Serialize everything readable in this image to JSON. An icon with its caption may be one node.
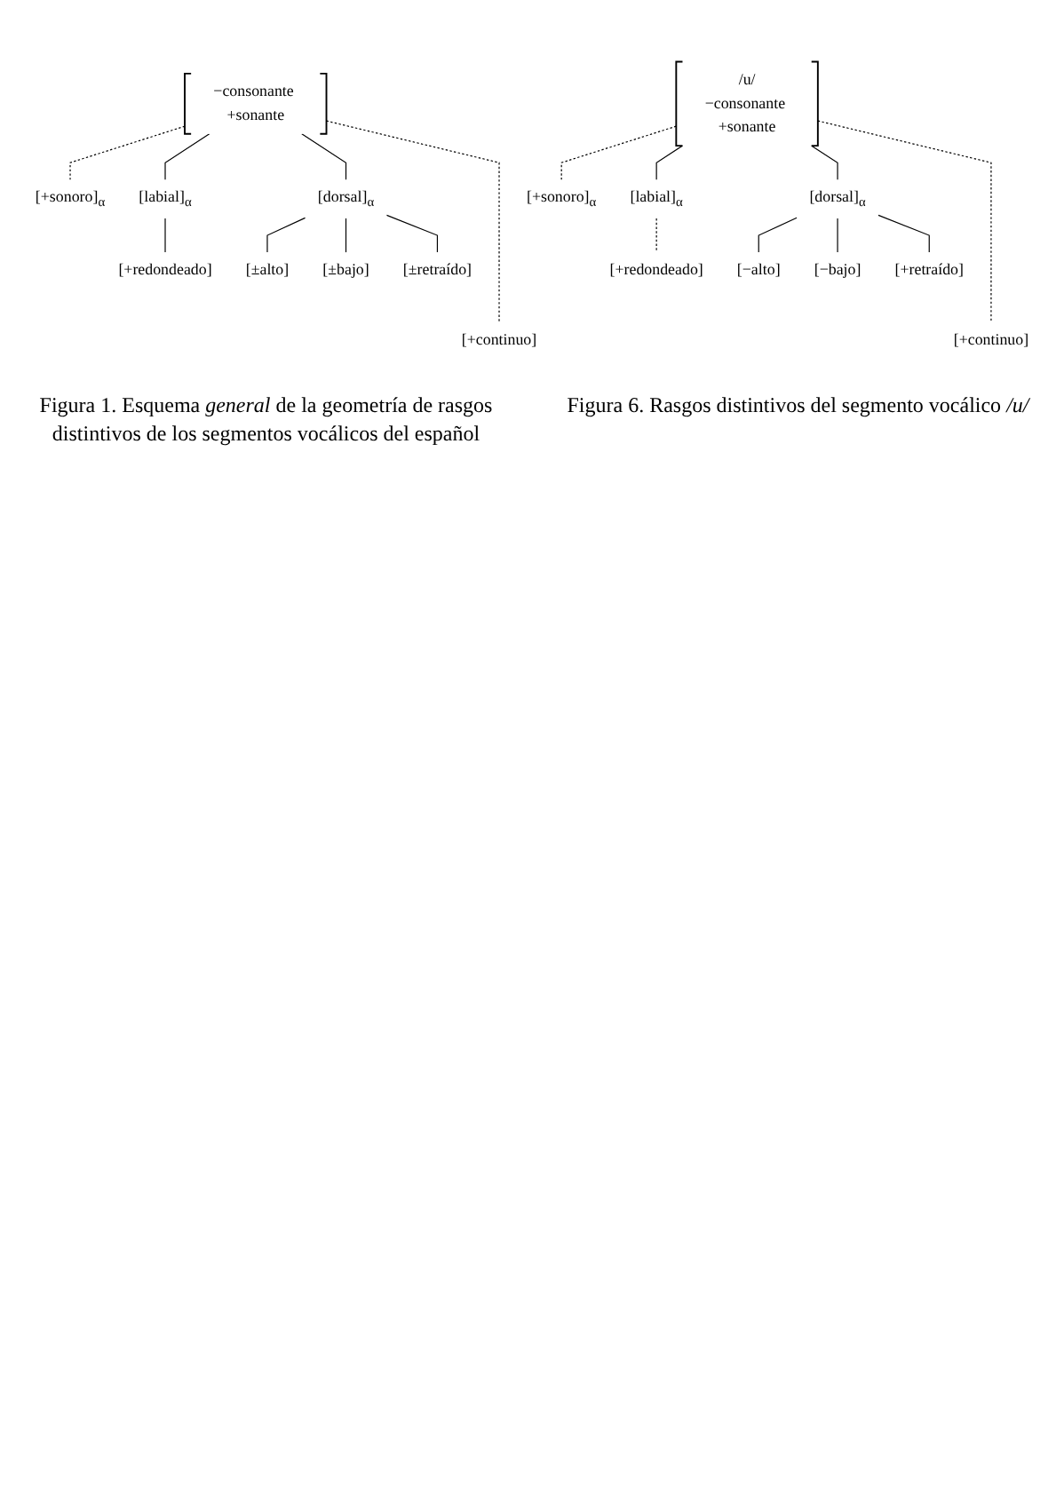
{
  "diagram": {
    "nodes": [
      {
        "text": [
          "−consonante +sonante"
        ]
      },
      {
        "text": [
          "[+sonoro]$_{α}$"
        ]
      },
      {
        "text": [
          "[labial]$_{α}$"
        ]
      },
      {
        "text": [
          "[dorsal]$_{α}$"
        ]
      },
      {
        "text": [
          "[+redondeado]"
        ]
      },
      {
        "text": [
          "[±alto]"
        ]
      },
      {
        "text": [
          "[±bajo]"
        ]
      },
      {
        "text": [
          "[±retraído]"
        ]
      },
      {
        "text": [
          "[+continuo]"
        ]
      },
      {
        "text": [
          "/u/",
          "−consonante +sonante"
        ]
      },
      {
        "text": [
          "[+sonoro]$_{α}$"
        ]
      },
      {
        "text": [
          "[labial]$_{α}$"
        ]
      },
      {
        "text": [
          "[dorsal]$_{α}$"
        ]
      },
      {
        "text": [
          "[+redondeado]"
        ]
      },
      {
        "text": [
          "[−alto]"
        ]
      },
      {
        "text": [
          "[−bajo]"
        ]
      },
      {
        "text": [
          "[+retraído]"
        ]
      },
      {
        "text": [
          "[+continuo]"
        ]
      }
    ],
    "edges": [
      {
        "from": 0,
        "to": 1,
        "arrow": "none",
        "style": "dashed"
      },
      {
        "from": 0,
        "to": 2,
        "arrow": "none"
      },
      {
        "from": 0,
        "to": 3,
        "arrow": "none"
      },
      {
        "from": 2,
        "to": 4,
        "arrow": "none"
      },
      {
        "from": 3,
        "to": 5,
        "arrow": "none"
      },
      {
        "from": 3,
        "to": 6,
        "arrow": "none"
      },
      {
        "from": 3,
        "to": 7,
        "arrow": "none"
      },
      {
        "from": 0,
        "to": 8,
        "arrow": "none",
        "style": "dashed"
      },
      {
        "from": 9,
        "to": 10,
        "arrow": "none",
        "style": "dashed"
      },
      {
        "from": 9,
        "to": 11,
        "arrow": "none"
      },
      {
        "from": 9,
        "to": 12,
        "arrow": "none"
      },
      {
        "from": 11,
        "to": 13,
        "arrow": "none",
        "style": "dashed"
      },
      {
        "from": 12,
        "to": 14,
        "arrow": "none"
      },
      {
        "from": 12,
        "to": 15,
        "arrow": "none"
      },
      {
        "from": 12,
        "to": 16,
        "arrow": "none"
      },
      {
        "from": 9,
        "to": 17,
        "arrow": "none",
        "style": "dashed"
      }
    ],
    "labels": [
      "Figura 1. Esquema *general* de la geometría de rasgos distintivos de los segmentos vocálicos del español",
      "Figura 6. Rasgos distintivos del segmento vocálico */u/*"
    ]
  }
}
